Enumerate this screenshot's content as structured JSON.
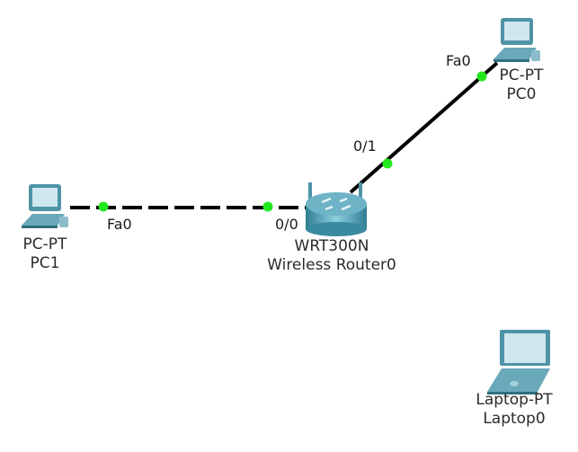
{
  "colors": {
    "link": "#000000",
    "port_up": "#22e81e",
    "device_body": "#5a9fb0",
    "device_dark": "#2f6f80",
    "device_screen": "#cfe7ef"
  },
  "devices": [
    {
      "id": "pc0",
      "model": "PC-PT",
      "name": "PC0",
      "icon": "pc-icon"
    },
    {
      "id": "pc1",
      "model": "PC-PT",
      "name": "PC1",
      "icon": "pc-icon"
    },
    {
      "id": "router0",
      "model": "WRT300N",
      "name": "Wireless Router0",
      "icon": "wireless-router-icon"
    },
    {
      "id": "laptop0",
      "model": "Laptop-PT",
      "name": "Laptop0",
      "icon": "laptop-icon"
    }
  ],
  "links": [
    {
      "from": "pc1",
      "to": "router0",
      "from_port": "Fa0",
      "to_port": "0/0",
      "style": "dashed",
      "status": "up"
    },
    {
      "from": "router0",
      "to": "pc0",
      "from_port": "0/1",
      "to_port": "Fa0",
      "style": "solid",
      "status": "up"
    }
  ]
}
